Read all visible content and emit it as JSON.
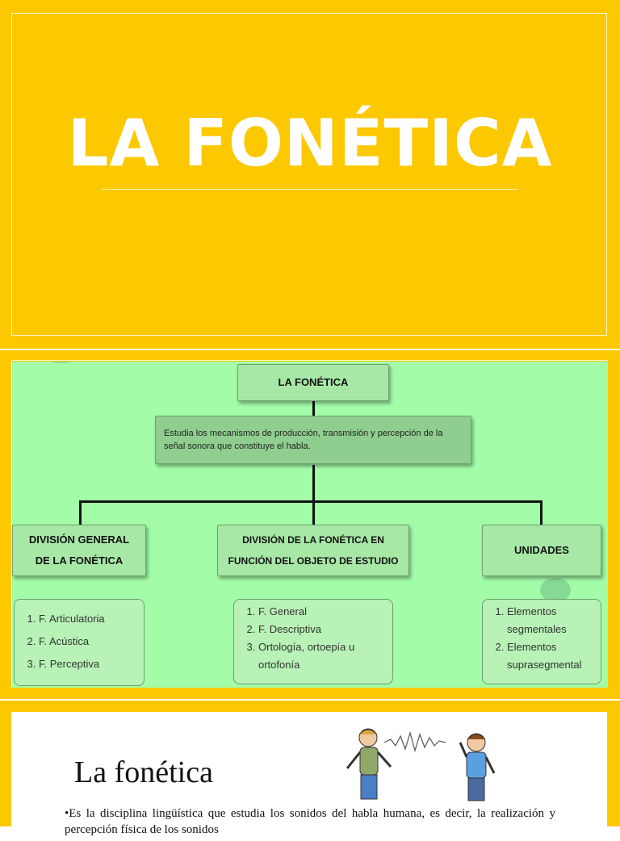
{
  "slide1": {
    "title": "LA FONÉTICA"
  },
  "diagram": {
    "root": "LA FONÉTICA",
    "description": "Estudia los mecanismos de producción, transmisión y percepción de la señal sonora que constituye el habla.",
    "branches": [
      {
        "title": "DIVISIÓN GENERAL DE LA FONÉTICA",
        "items": [
          "F. Articulatoria",
          "F. Acústica",
          "F. Perceptiva"
        ]
      },
      {
        "title": "DIVISIÓN DE LA FONÉTICA EN FUNCIÓN DEL OBJETO DE ESTUDIO",
        "items": [
          "F. General",
          "F. Descriptiva",
          "Ortología, ortoepía u ortofonía"
        ]
      },
      {
        "title": "UNIDADES",
        "items": [
          "Elementos segmentales",
          "Elementos suprasegmental"
        ]
      }
    ]
  },
  "slide3": {
    "heading": "La fonética",
    "paragraph": "Es la disciplina lingüística que estudia los sonidos del habla humana, es decir, la realización y percepción física de los sonidos"
  },
  "colors": {
    "background": "#fcc800",
    "diagram_bg": "#a2fca8",
    "box": "#a7e8a6",
    "title_text": "#ffffff"
  }
}
